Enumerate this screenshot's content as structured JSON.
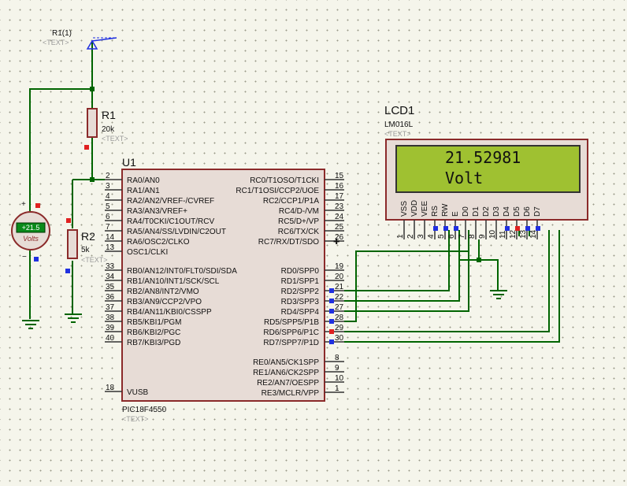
{
  "probe": {
    "label": "R1(1)",
    "text_tag": "<TEXT>"
  },
  "r1": {
    "ref": "R1",
    "value": "20k",
    "text_tag": "<TEXT>"
  },
  "r2": {
    "ref": "R2",
    "value": "5k",
    "text_tag": "<TEXT>"
  },
  "voltmeter": {
    "reading": "+21.5",
    "unit": "Volts",
    "plus": "+",
    "minus": "−"
  },
  "u1": {
    "ref": "U1",
    "part": "PIC18F4550",
    "text_tag": "<TEXT>",
    "left_pins": [
      {
        "num": "2",
        "name": "RA0/AN0"
      },
      {
        "num": "3",
        "name": "RA1/AN1"
      },
      {
        "num": "4",
        "name": "RA2/AN2/VREF-/CVREF"
      },
      {
        "num": "5",
        "name": "RA3/AN3/VREF+"
      },
      {
        "num": "6",
        "name": "RA4/T0CKI/C1OUT/RCV"
      },
      {
        "num": "7",
        "name": "RA5/AN4/SS/LVDIN/C2OUT"
      },
      {
        "num": "14",
        "name": "RA6/OSC2/CLKO"
      },
      {
        "num": "13",
        "name": "OSC1/CLKI"
      },
      {
        "num": "33",
        "name": "RB0/AN12/INT0/FLT0/SDI/SDA"
      },
      {
        "num": "34",
        "name": "RB1/AN10/INT1/SCK/SCL"
      },
      {
        "num": "35",
        "name": "RB2/AN8/INT2/VMO"
      },
      {
        "num": "36",
        "name": "RB3/AN9/CCP2/VPO"
      },
      {
        "num": "37",
        "name": "RB4/AN11/KBI0/CSSPP"
      },
      {
        "num": "38",
        "name": "RB5/KBI1/PGM"
      },
      {
        "num": "39",
        "name": "RB6/KBI2/PGC"
      },
      {
        "num": "40",
        "name": "RB7/KBI3/PGD"
      },
      {
        "num": "18",
        "name": "VUSB"
      }
    ],
    "right_pins": [
      {
        "num": "15",
        "name": "RC0/T1OSO/T1CKI"
      },
      {
        "num": "16",
        "name": "RC1/T1OSI/CCP2/UOE"
      },
      {
        "num": "17",
        "name": "RC2/CCP1/P1A"
      },
      {
        "num": "23",
        "name": "RC4/D-/VM"
      },
      {
        "num": "24",
        "name": "RC5/D+/VP"
      },
      {
        "num": "25",
        "name": "RC6/TX/CK"
      },
      {
        "num": "26",
        "name": "RC7/RX/DT/SDO"
      },
      {
        "num": "19",
        "name": "RD0/SPP0"
      },
      {
        "num": "20",
        "name": "RD1/SPP1"
      },
      {
        "num": "21",
        "name": "RD2/SPP2"
      },
      {
        "num": "22",
        "name": "RD3/SPP3"
      },
      {
        "num": "27",
        "name": "RD4/SPP4"
      },
      {
        "num": "28",
        "name": "RD5/SPP5/P1B"
      },
      {
        "num": "29",
        "name": "RD6/SPP6/P1C"
      },
      {
        "num": "30",
        "name": "RD7/SPP7/P1D"
      },
      {
        "num": "8",
        "name": "RE0/AN5/CK1SPP"
      },
      {
        "num": "9",
        "name": "RE1/AN6/CK2SPP"
      },
      {
        "num": "10",
        "name": "RE2/AN7/OESPP"
      },
      {
        "num": "1",
        "name": "RE3/MCLR/VPP"
      }
    ]
  },
  "lcd": {
    "ref": "LCD1",
    "part": "LM016L",
    "text_tag": "<TEXT>",
    "line1": "21.52981",
    "line2": "Volt",
    "pins": [
      {
        "num": "1",
        "name": "VSS"
      },
      {
        "num": "2",
        "name": "VDD"
      },
      {
        "num": "3",
        "name": "VEE"
      },
      {
        "num": "4",
        "name": "RS"
      },
      {
        "num": "5",
        "name": "RW"
      },
      {
        "num": "6",
        "name": "E"
      },
      {
        "num": "7",
        "name": "D0"
      },
      {
        "num": "8",
        "name": "D1"
      },
      {
        "num": "9",
        "name": "D2"
      },
      {
        "num": "10",
        "name": "D3"
      },
      {
        "num": "11",
        "name": "D4"
      },
      {
        "num": "12",
        "name": "D5"
      },
      {
        "num": "13",
        "name": "D6"
      },
      {
        "num": "14",
        "name": "D7"
      }
    ]
  },
  "colors": {
    "wire": "#006400",
    "body": "#e7dcd6",
    "outline": "#8b2a2a",
    "lcd_screen": "#9fc131",
    "logic_high": "#e02020",
    "logic_low": "#2030e0"
  }
}
